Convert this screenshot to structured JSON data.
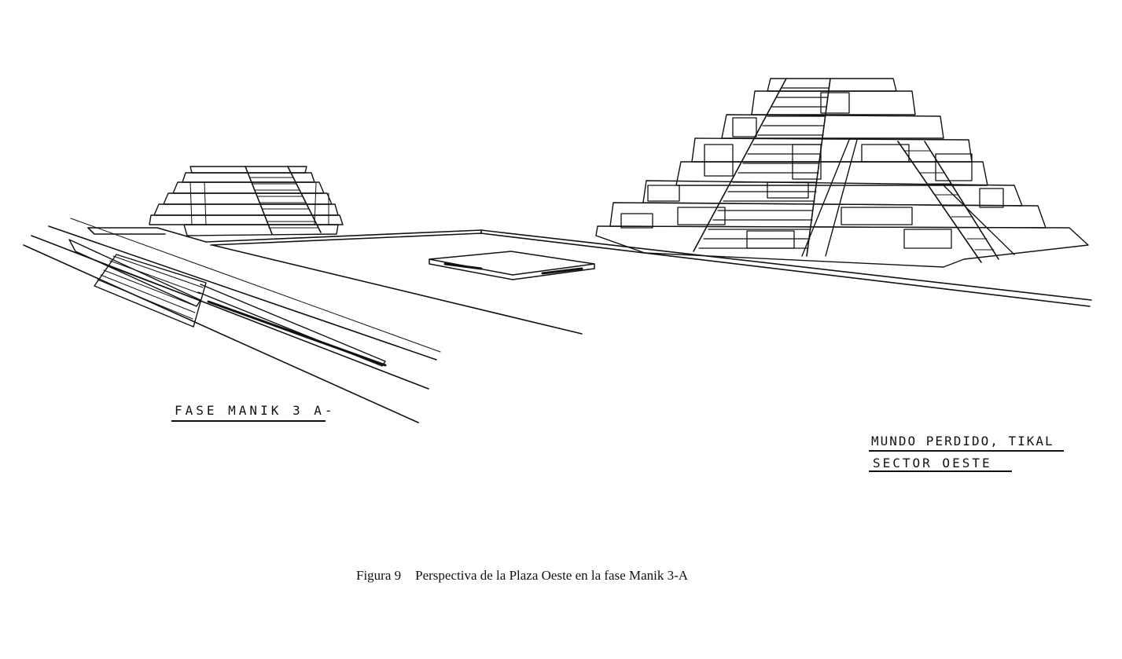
{
  "figure": {
    "phase_label": "FASE MANIK 3 A-",
    "site_label_line1": "MUNDO PERDIDO, TIKAL",
    "site_label_line2": "SECTOR OESTE",
    "caption_number": "Figura 9",
    "caption_text": "Perspectiva de la Plaza Oeste en la fase Manik 3-A"
  }
}
